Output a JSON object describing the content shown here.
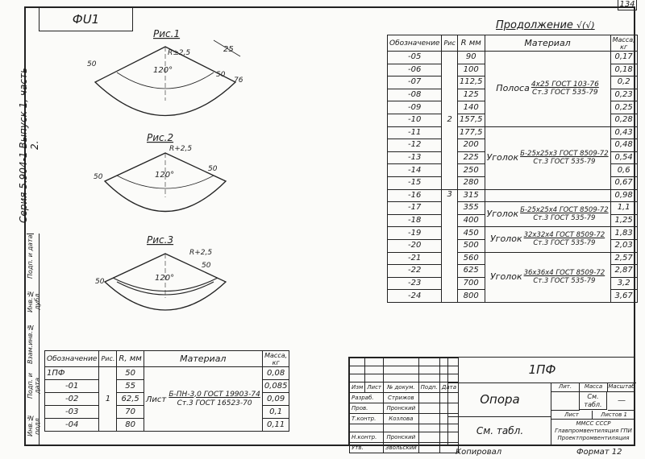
{
  "header": {
    "code": "ФU1",
    "page_number": "134",
    "continuation": "Продолжение",
    "mark": "√(√)"
  },
  "side_title": "Серия 5.904-1 Выпуск 1, часть 2.",
  "side_stamps": [
    "Инв.№ подл.",
    "Подп. и дата",
    "Взам.инв.№",
    "Инв.№ дубл.",
    "Подп. и дата"
  ],
  "figures": [
    {
      "label": "Рис.1",
      "angle": "120°",
      "r_label": "R±2,5",
      "dim_left": "50",
      "dim_right": "50",
      "dim_width": "25",
      "dim_right2": "76"
    },
    {
      "label": "Рис.2",
      "angle": "120°",
      "r_label": "R+2,5",
      "dim_left": "50",
      "dim_right": "50"
    },
    {
      "label": "Рис.3",
      "angle": "120°",
      "r_label": "R+2,5",
      "dim_left": "50",
      "dim_right": "50"
    }
  ],
  "main_table": {
    "headers": [
      "Обозначение",
      "Рис",
      "R мм",
      "Материал",
      "Масса, кг"
    ],
    "rows": [
      {
        "designation": "-05",
        "r": "90",
        "mass": "0,17"
      },
      {
        "designation": "-06",
        "r": "100",
        "mass": "0,18"
      },
      {
        "designation": "-07",
        "r": "112,5",
        "mass": "0,2"
      },
      {
        "designation": "-08",
        "r": "125",
        "mass": "0,23"
      },
      {
        "designation": "-09",
        "r": "140",
        "mass": "0,25"
      },
      {
        "designation": "-10",
        "r": "157,5",
        "mass": "0,28"
      },
      {
        "designation": "-11",
        "r": "177,5",
        "mass": "0,43"
      },
      {
        "designation": "-12",
        "r": "200",
        "mass": "0,48"
      },
      {
        "designation": "-13",
        "r": "225",
        "mass": "0,54"
      },
      {
        "designation": "-14",
        "r": "250",
        "mass": "0,6"
      },
      {
        "designation": "-15",
        "r": "280",
        "mass": "0,67"
      },
      {
        "designation": "-16",
        "r": "315",
        "mass": "0,98"
      },
      {
        "designation": "-17",
        "r": "355",
        "mass": "1,1"
      },
      {
        "designation": "-18",
        "r": "400",
        "mass": "1,25"
      },
      {
        "designation": "-19",
        "r": "450",
        "mass": "1,83"
      },
      {
        "designation": "-20",
        "r": "500",
        "mass": "2,03"
      },
      {
        "designation": "-21",
        "r": "560",
        "mass": "2,57"
      },
      {
        "designation": "-22",
        "r": "625",
        "mass": "2,87"
      },
      {
        "designation": "-23",
        "r": "700",
        "mass": "3,2"
      },
      {
        "designation": "-24",
        "r": "800",
        "mass": "3,67"
      }
    ],
    "fig_2": "2",
    "fig_3": "3",
    "materials": [
      {
        "name": "Полоса",
        "spec": "4x25 ГОСТ 103-76",
        "steel": "Ст.3 ГОСТ 535-79"
      },
      {
        "name": "Уголок",
        "spec": "Б-25х25х3 ГОСТ 8509-72",
        "steel": "Ст.3 ГОСТ 535-79"
      },
      {
        "name": "Уголок",
        "spec": "Б-25х25х4 ГОСТ 8509-72",
        "steel": "Ст.3 ГОСТ 535-79"
      },
      {
        "name": "Уголок",
        "spec": "32х32х4 ГОСТ 8509-72",
        "steel": "Ст.3 ГОСТ 535-79"
      },
      {
        "name": "Уголок",
        "spec": "36х36х4 ГОСТ 8509-72",
        "steel": "Ст.3 ГОСТ 535-79"
      }
    ]
  },
  "small_table": {
    "headers": [
      "Обозначение",
      "Рис.",
      "R, мм",
      "Материал",
      "Масса, кг"
    ],
    "rows": [
      {
        "designation": "1ПФ",
        "r": "50",
        "mass": "0,08"
      },
      {
        "designation": "-01",
        "r": "55",
        "mass": "0,085"
      },
      {
        "designation": "-02",
        "r": "62,5",
        "mass": "0,09"
      },
      {
        "designation": "-03",
        "r": "70",
        "mass": "0,1"
      },
      {
        "designation": "-04",
        "r": "80",
        "mass": "0,11"
      }
    ],
    "fig": "1",
    "material_name": "Лист",
    "material_spec": "Б-ПН-3,0 ГОСТ 19903-74",
    "material_steel": "Ст.3 ГОСТ 16523-70"
  },
  "title_block": {
    "code": "1ПФ",
    "name": "Опора",
    "see_table": "См. табл.",
    "col_headers": [
      "Изм",
      "Лист",
      "№ докум.",
      "Подп.",
      "Дата"
    ],
    "people": [
      {
        "role": "Разраб.",
        "name": "Стрижов"
      },
      {
        "role": "Пров.",
        "name": "Пронский"
      },
      {
        "role": "Т.контр.",
        "name": "Козлова"
      },
      {
        "role": "Н.контр.",
        "name": "Пронский"
      },
      {
        "role": "Утв.",
        "name": "Звольский"
      }
    ],
    "lit_header": "Лит.",
    "mass_header": "Масса",
    "scale_header": "Масштаб",
    "mass_value": "См. табл.",
    "scale_value": "—",
    "sheet": "Лист",
    "sheets": "Листов 1",
    "org": "ММСС СССР Главпромвентиляция ГПИ Проектпромвентиляция"
  },
  "footer": {
    "copied": "Копировал",
    "format": "Формат 12"
  }
}
